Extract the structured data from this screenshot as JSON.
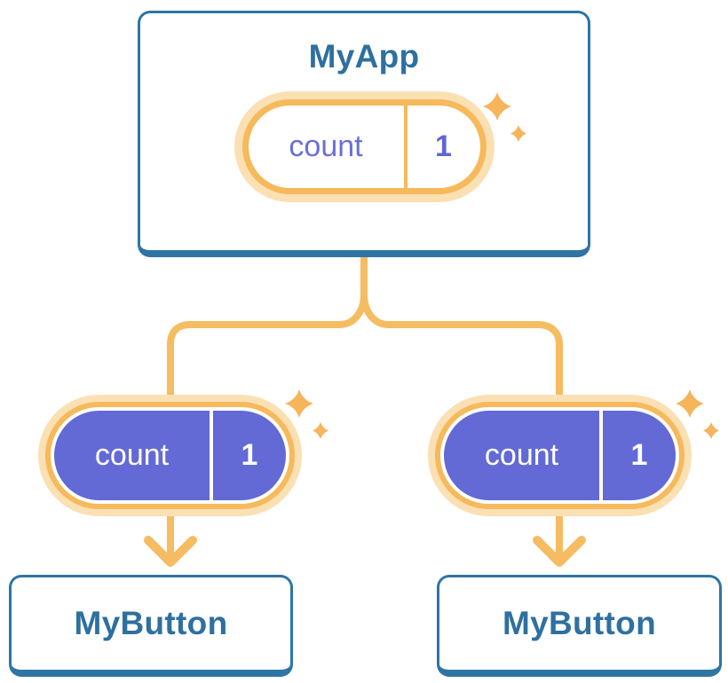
{
  "diagram": {
    "description": "component tree sharing state",
    "nodes": {
      "root": {
        "title": "MyApp",
        "state": {
          "name": "count",
          "value": "1"
        }
      },
      "child_left": {
        "title": "MyButton",
        "state": {
          "name": "count",
          "value": "1"
        }
      },
      "child_right": {
        "title": "MyButton",
        "state": {
          "name": "count",
          "value": "1"
        }
      }
    },
    "icons": {
      "sparkle": "four-point-star",
      "arrow": "chevron-down-arrow"
    },
    "colors": {
      "node_border_blue": "#2E75A3",
      "node_text_blue": "#2E709F",
      "connector_orange": "#F6BC62",
      "pill_ring_orange": "#F6B95C",
      "pill_glow_light_orange": "#FBE0B4",
      "pill_fill_purple": "#636AD5",
      "pill_text_purple": "#6B6FD8",
      "sparkle_orange": "#F6B45B",
      "background": "#FFFFFF"
    }
  }
}
